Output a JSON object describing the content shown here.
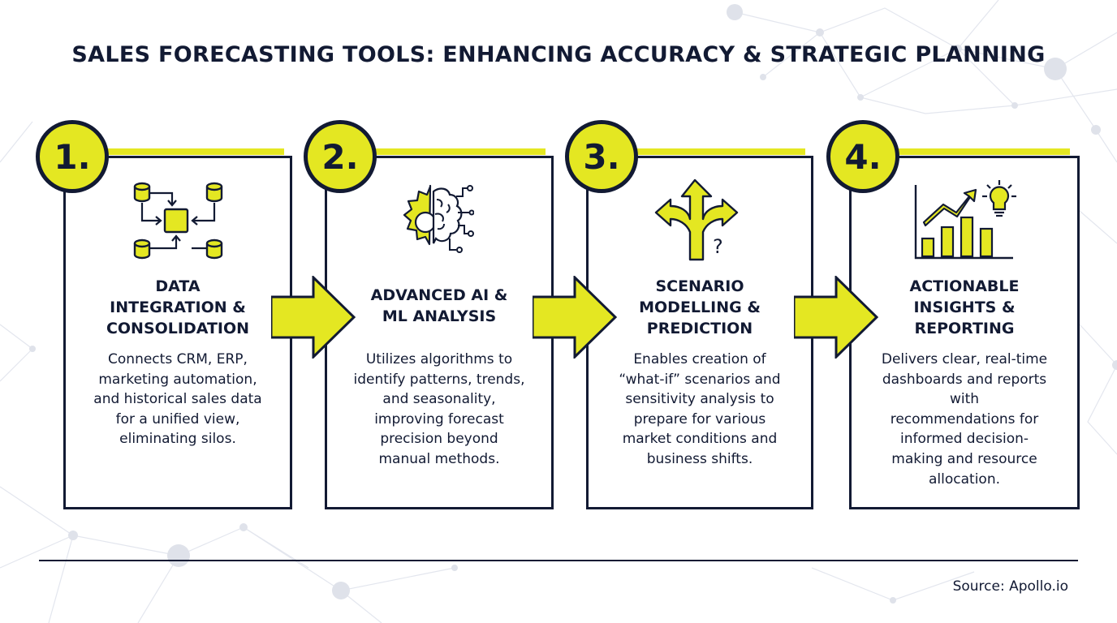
{
  "title": "SALES FORECASTING TOOLS: ENHANCING ACCURACY & STRATEGIC PLANNING",
  "steps": [
    {
      "number": "1.",
      "heading": [
        "DATA",
        "INTEGRATION &",
        "CONSOLIDATION"
      ],
      "description": [
        "Connects CRM, ERP,",
        "marketing automation,",
        "and historical sales data",
        "for a unified view,",
        "eliminating silos."
      ],
      "icon": "database-integration-icon"
    },
    {
      "number": "2.",
      "heading": [
        "ADVANCED AI &",
        "ML ANALYSIS"
      ],
      "description": [
        "Utilizes algorithms to",
        "identify patterns, trends,",
        "and seasonality,",
        "improving forecast",
        "precision beyond",
        "manual methods."
      ],
      "icon": "ai-brain-gear-icon"
    },
    {
      "number": "3.",
      "heading": [
        "SCENARIO",
        "MODELLING &",
        "PREDICTION"
      ],
      "description": [
        "Enables creation of",
        "“what-if” scenarios and",
        "sensitivity analysis to",
        "prepare for various",
        "market conditions and",
        "business shifts."
      ],
      "icon": "branching-arrows-icon"
    },
    {
      "number": "4.",
      "heading": [
        "ACTIONABLE",
        "INSIGHTS &",
        "REPORTING"
      ],
      "description": [
        "Delivers clear, real-time",
        "dashboards and reports",
        "with",
        "recommendations for",
        "informed decision-",
        "making and resource",
        "allocation."
      ],
      "icon": "growth-chart-lightbulb-icon"
    }
  ],
  "source": "Source: Apollo.io",
  "colors": {
    "accent": "#e4e722",
    "ink": "#121a33",
    "background": "#ffffff",
    "network": "#dfe2ea"
  }
}
